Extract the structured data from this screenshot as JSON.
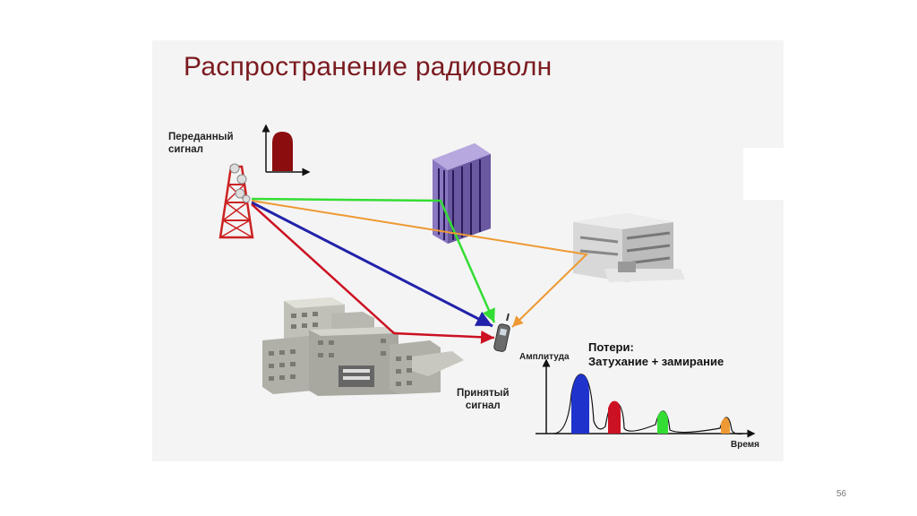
{
  "slide": {
    "title": "Распространение радиоволн",
    "page_number": "56"
  },
  "labels": {
    "transmitted_line1": "Переданный",
    "transmitted_line2": "сигнал",
    "received_line1": "Принятый",
    "received_line2": "сигнал",
    "losses_line1": "Потери:",
    "losses_line2": "Затухание + замирание",
    "amplitude": "Амплитуда",
    "time": "Время"
  },
  "colors": {
    "title": "#7a1a1f",
    "path_green": "#33dd33",
    "path_orange": "#ee9933",
    "path_blue": "#2222aa",
    "path_red": "#cc1122",
    "pulse_transmitted": "#8b0d0d"
  },
  "icons": [
    "transmitter-tower-icon",
    "purple-skyscraper-icon",
    "office-building-icon",
    "city-buildings-icon",
    "mobile-phone-icon"
  ]
}
